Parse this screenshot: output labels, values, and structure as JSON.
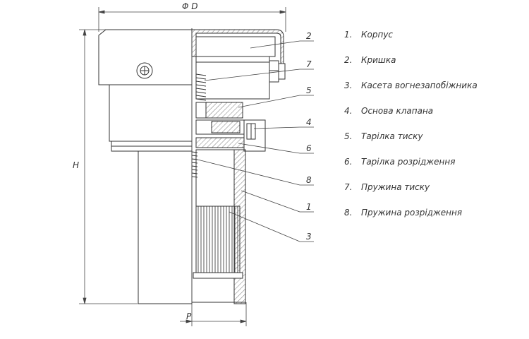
{
  "dimensions": {
    "diameter_label": "Φ D",
    "height_label": "H",
    "position_label": "P"
  },
  "callouts": [
    "2",
    "7",
    "5",
    "4",
    "6",
    "8",
    "1",
    "3"
  ],
  "legend": [
    {
      "num": "1.",
      "label": "Корпус"
    },
    {
      "num": "2.",
      "label": "Кришка"
    },
    {
      "num": "3.",
      "label": "Касета вогнезапобіжника"
    },
    {
      "num": "4.",
      "label": "Основа клапана"
    },
    {
      "num": "5.",
      "label": "Тарілка тиску"
    },
    {
      "num": "6.",
      "label": "Тарілка розрідження"
    },
    {
      "num": "7.",
      "label": "Пружина тиску"
    },
    {
      "num": "8.",
      "label": "Пружина розрідження"
    }
  ]
}
